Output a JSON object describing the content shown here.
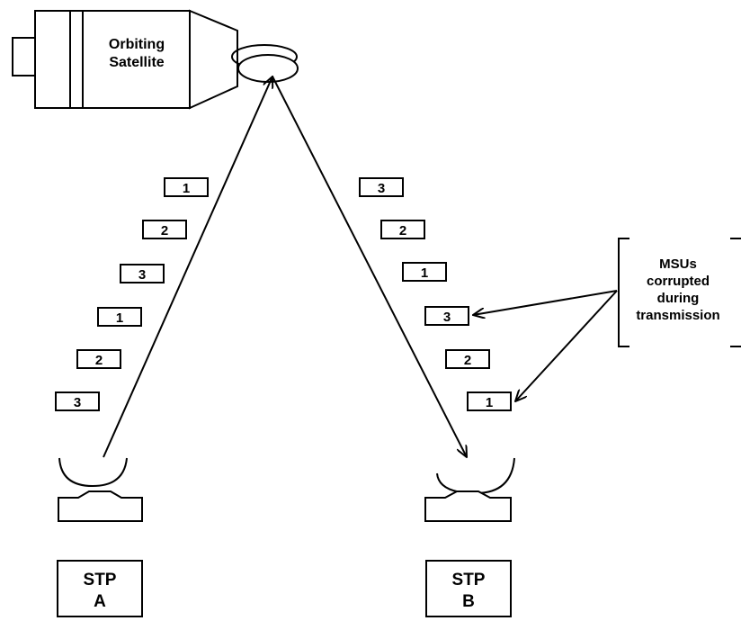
{
  "satellite": {
    "label_line1": "Orbiting",
    "label_line2": "Satellite"
  },
  "uplink_msus": [
    "1",
    "2",
    "3",
    "1",
    "2",
    "3"
  ],
  "downlink_msus": [
    "3",
    "2",
    "1",
    "3",
    "2",
    "1"
  ],
  "callout": {
    "line1": "MSUs",
    "line2": "corrupted",
    "line3": "during",
    "line4": "transmission"
  },
  "stp_a": {
    "line1": "STP",
    "line2": "A"
  },
  "stp_b": {
    "line1": "STP",
    "line2": "B"
  }
}
